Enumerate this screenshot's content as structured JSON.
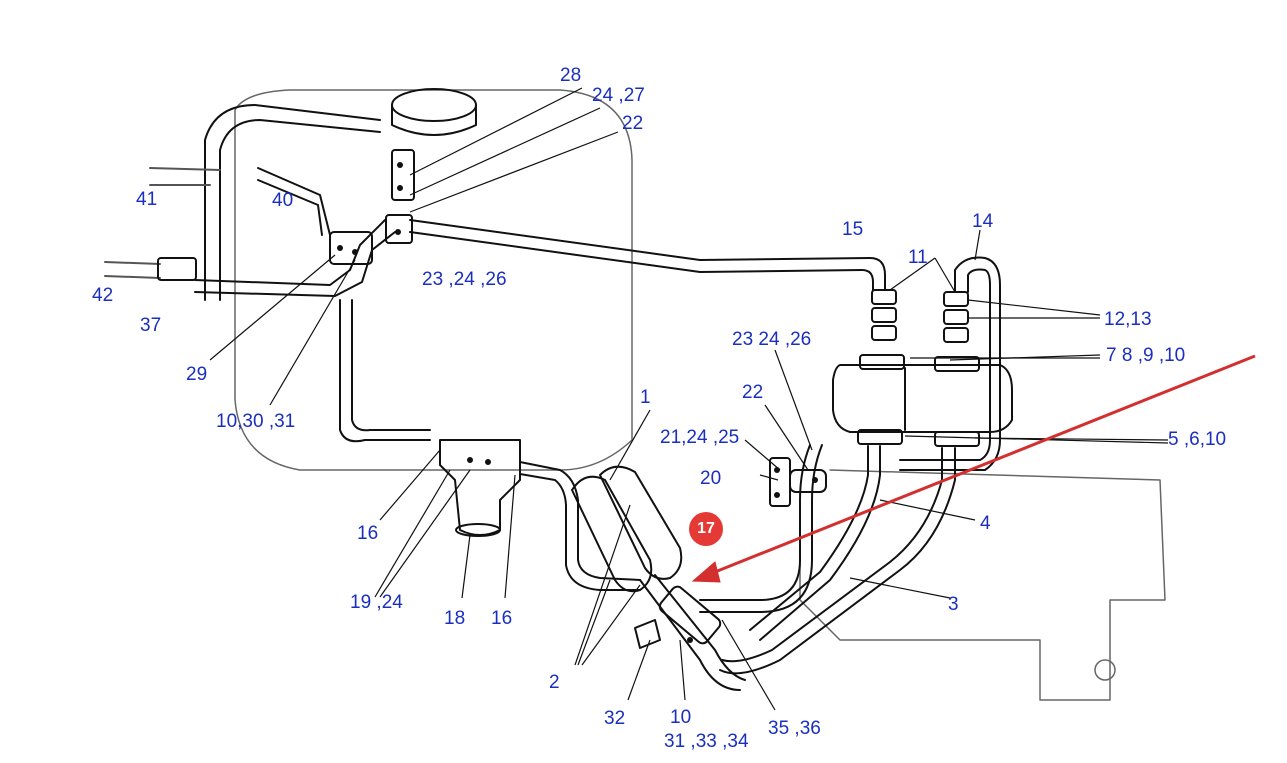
{
  "labels": {
    "l1": "1",
    "l2": "2",
    "l3": "3",
    "l4": "4",
    "l5_6_10": "5 ,6,10",
    "l7_8_9_10": "7  8  ,9 ,10",
    "l10_30_31": "10,30 ,31",
    "l10b": "10",
    "l11": "11",
    "l12_13": "12,13",
    "l14": "14",
    "l15": "15",
    "l16a": "16",
    "l16b": "16",
    "l17": "17",
    "l18": "18",
    "l19_24": "19 ,24",
    "l20": "20",
    "l21_24_25": "21,24 ,25",
    "l22a": "22",
    "l22b": "22",
    "l23_24_26a": "23 ,24 ,26",
    "l23_24_26b": "23 24 ,26",
    "l24_27": "24 ,27",
    "l28": "28",
    "l29": "29",
    "l31_33_34": "31 ,33 ,34",
    "l32": "32",
    "l35_36": "35 ,36",
    "l37": "37",
    "l40": "40",
    "l41": "41",
    "l42": "42"
  },
  "colors": {
    "label": "#1a2fbf",
    "highlight_badge": "#e53935",
    "arrow": "#d32f2f",
    "line_art": "#111111"
  }
}
